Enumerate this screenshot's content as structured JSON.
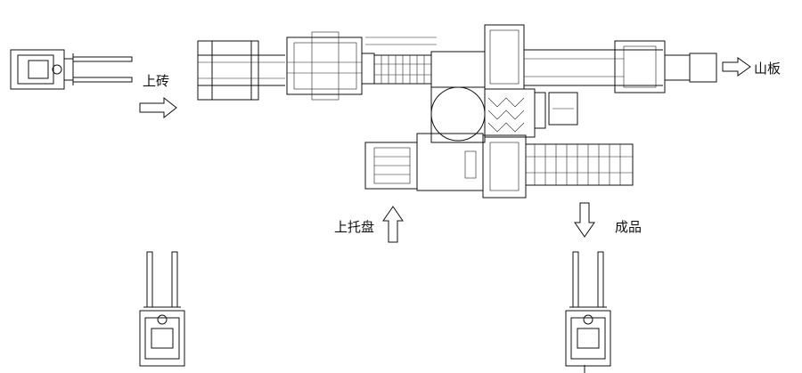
{
  "labels": {
    "brick_in": "上砖",
    "board_out": "山板",
    "pallet_in": "上托盘",
    "finished_product": "成品"
  },
  "colors": {
    "line": "#111111",
    "background": "#ffffff"
  }
}
